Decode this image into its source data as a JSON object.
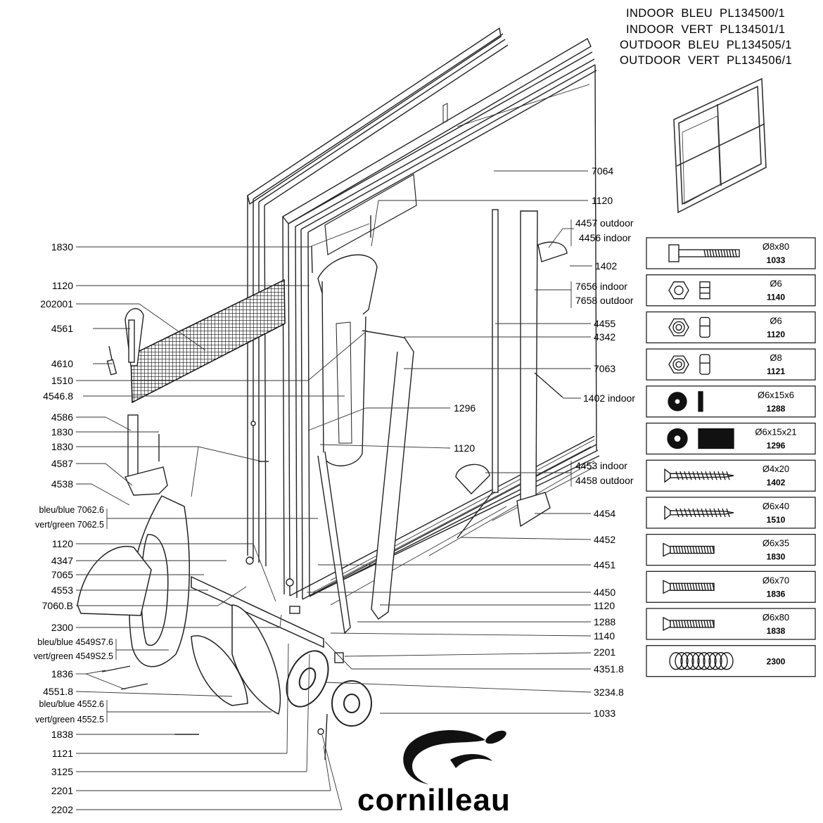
{
  "models": [
    "INDOOR  BLEU  PL134500/1",
    "INDOOR  VERT  PL134501/1",
    "OUTDOOR  BLEU  PL134505/1",
    "OUTDOOR  VERT  PL134506/1"
  ],
  "callouts_left": [
    "1830",
    "1120",
    "202001",
    "4561",
    "4610",
    "1510",
    "4546.8",
    "4586",
    "1830",
    "1830",
    "4587",
    "4538",
    "bleu/blue 7062.6",
    "vert/green 7062.5",
    "1120",
    "4347",
    "7065",
    "4553",
    "7060.B",
    "2300",
    "bleu/blue 4549S7.6",
    "vert/green 4549S2.5",
    "1836",
    "4551.8",
    "bleu/blue 4552.6",
    "vert/green 4552.5",
    "1838",
    "1121",
    "3125",
    "2201",
    "2202"
  ],
  "callouts_right": [
    "7064",
    "1120",
    "4457 outdoor",
    "4456 indoor",
    "1402",
    "7656 indoor",
    "7658 outdoor",
    "4455",
    "4342",
    "7063",
    "1402 indoor",
    "4453 indoor",
    "4458 outdoor",
    "4454",
    "4452",
    "4451",
    "4450",
    "1120",
    "1288",
    "1140",
    "2201",
    "4351.8",
    "3234.8",
    "1033"
  ],
  "callouts_center": [
    "1296",
    "1120"
  ],
  "hardware": [
    {
      "dim": "Ø8x80",
      "code": "1033",
      "icon": "bolt-icon"
    },
    {
      "dim": "Ø6",
      "code": "1140",
      "icon": "nut-icon"
    },
    {
      "dim": "Ø6",
      "code": "1120",
      "icon": "lock-nut-icon"
    },
    {
      "dim": "Ø8",
      "code": "1121",
      "icon": "lock-nut-icon"
    },
    {
      "dim": "Ø6x15x6",
      "code": "1288",
      "icon": "washer-icon"
    },
    {
      "dim": "Ø6x15x21",
      "code": "1296",
      "icon": "spacer-icon"
    },
    {
      "dim": "Ø4x20",
      "code": "1402",
      "icon": "wood-screw-icon"
    },
    {
      "dim": "Ø6x40",
      "code": "1510",
      "icon": "wood-screw-icon"
    },
    {
      "dim": "Ø6x35",
      "code": "1830",
      "icon": "countersunk-screw-icon"
    },
    {
      "dim": "Ø6x70",
      "code": "1836",
      "icon": "countersunk-screw-icon"
    },
    {
      "dim": "Ø6x80",
      "code": "1838",
      "icon": "countersunk-screw-icon"
    },
    {
      "dim": "",
      "code": "2300",
      "icon": "spring-icon"
    }
  ],
  "brand": "cornilleau",
  "colors": {
    "ink": "#1a1a1a",
    "net": "#222222",
    "paper": "#ffffff"
  }
}
